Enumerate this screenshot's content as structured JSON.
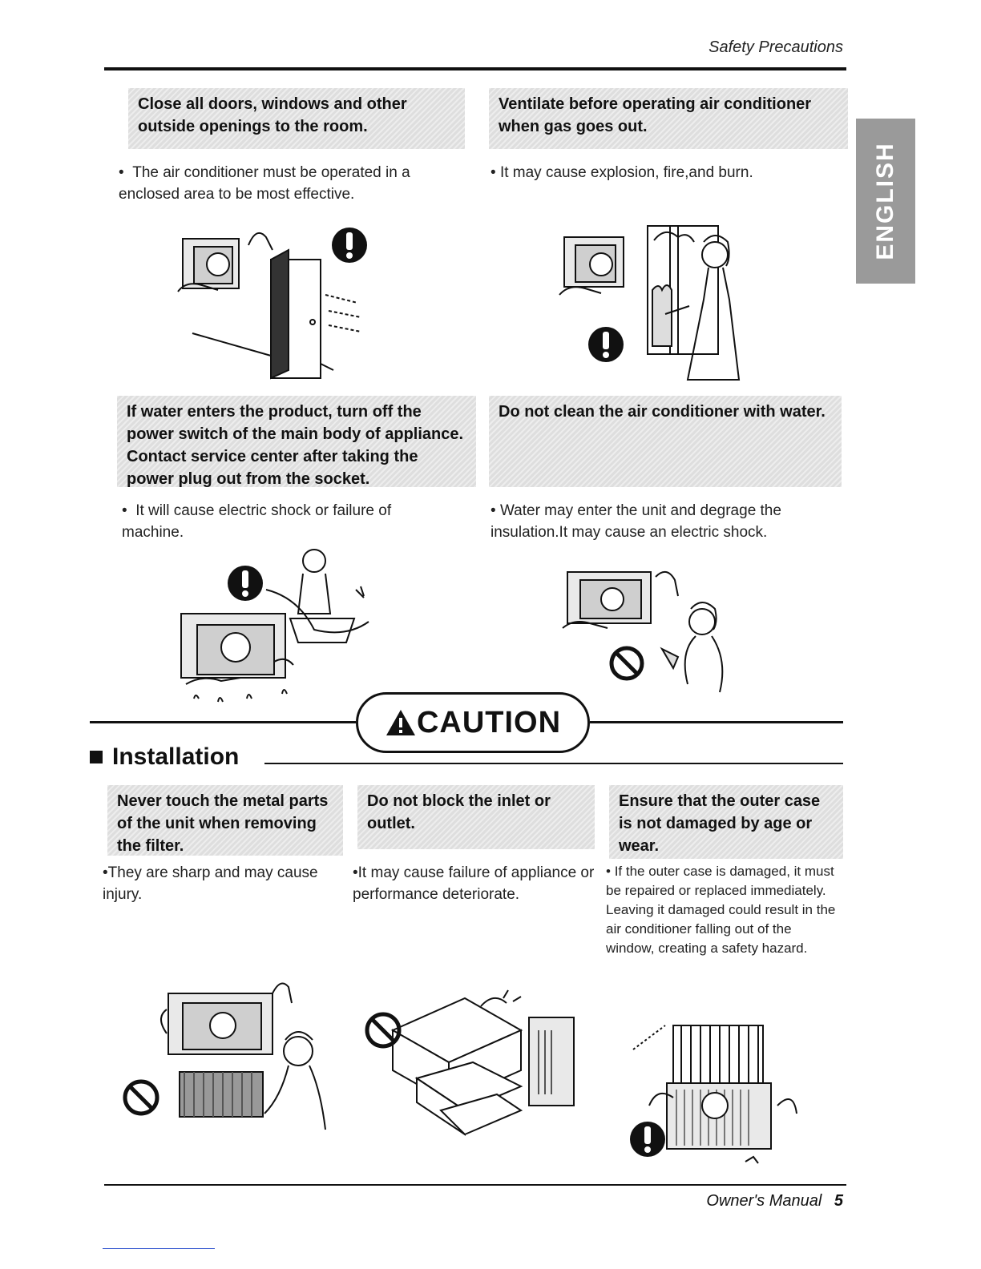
{
  "header": {
    "title": "Safety Precautions"
  },
  "side_tab": {
    "label": "ENGLISH"
  },
  "warnings": [
    {
      "heading": "Close all doors, windows and other outside openings to the room.",
      "bullet": "The air conditioner must be operated in a enclosed area to be most effective."
    },
    {
      "heading": "Ventilate before operating air conditioner when gas goes out.",
      "bullet": "It may cause explosion, fire,and burn."
    },
    {
      "heading": "If water enters the product, turn off the power switch of the main body of appliance. Contact service center after taking the power plug out from the socket.",
      "bullet": "It will cause electric shock or failure of machine."
    },
    {
      "heading": "Do not clean the air conditioner with water.",
      "bullet": "Water may enter the unit and degrage the insulation.It may cause an electric shock."
    }
  ],
  "caution": {
    "label": "CAUTION"
  },
  "section": {
    "title": "Installation"
  },
  "installation": [
    {
      "heading": "Never touch the metal parts of the unit when removing the filter.",
      "bullet": "They are sharp and may cause injury."
    },
    {
      "heading": "Do not block the inlet or outlet.",
      "bullet": "It may cause failure of appliance or performance deteriorate."
    },
    {
      "heading": "Ensure that the outer case is not damaged by age or wear.",
      "bullet": "If the outer case is damaged, it must be repaired or replaced immediately. Leaving it damaged could result in the air conditioner falling out of the window, creating a safety hazard."
    }
  ],
  "footer": {
    "label": "Owner's Manual",
    "page": "5"
  }
}
